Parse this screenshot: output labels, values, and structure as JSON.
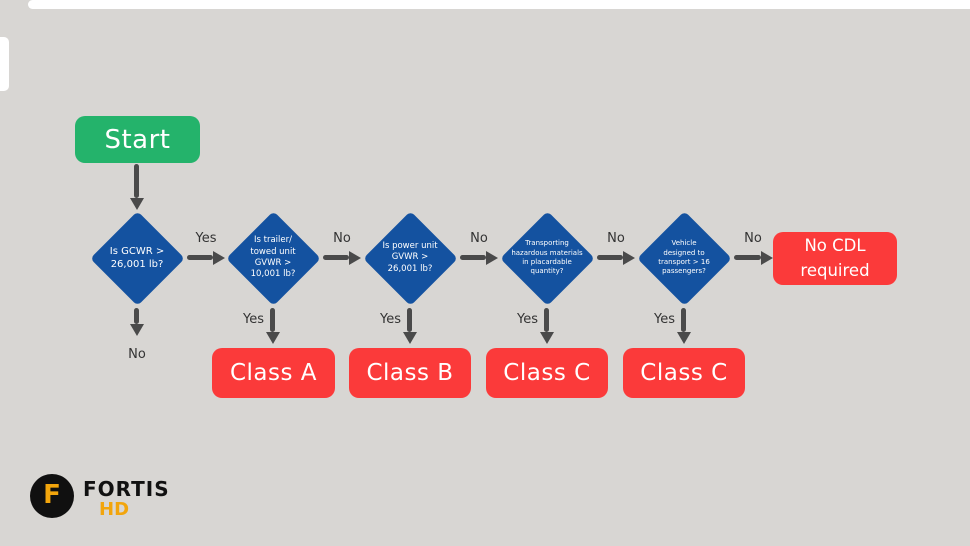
{
  "start": {
    "label": "Start"
  },
  "decisions": [
    {
      "label": "Is GCWR >\n26,001 lb?",
      "branch_right": "Yes",
      "branch_down": "No"
    },
    {
      "label": "Is trailer/\ntowed unit\nGVWR >\n10,001 lb?",
      "branch_right": "No",
      "branch_down": "Yes"
    },
    {
      "label": "Is power unit\nGVWR >\n26,001 lb?",
      "branch_right": "No",
      "branch_down": "Yes"
    },
    {
      "label": "Transporting\nhazardous materials\nin placardable\nquantity?",
      "branch_right": "No",
      "branch_down": "Yes"
    },
    {
      "label": "Vehicle\ndesigned to\ntransport > 16\npassengers?",
      "branch_right": "No",
      "branch_down": "Yes"
    }
  ],
  "results": {
    "no_cdl": "No CDL\nrequired",
    "class_a": "Class A",
    "class_b": "Class B",
    "class_c1": "Class C",
    "class_c2": "Class C"
  },
  "logo": {
    "monogram": "F",
    "name": "FORTIS",
    "sub": "HD"
  },
  "colors": {
    "background": "#d8d6d3",
    "start_green": "#24b36b",
    "decision_blue": "#1452a0",
    "result_red": "#fb3a3a",
    "arrow_gray": "#4a4a4a",
    "logo_yellow": "#f2a50c"
  }
}
